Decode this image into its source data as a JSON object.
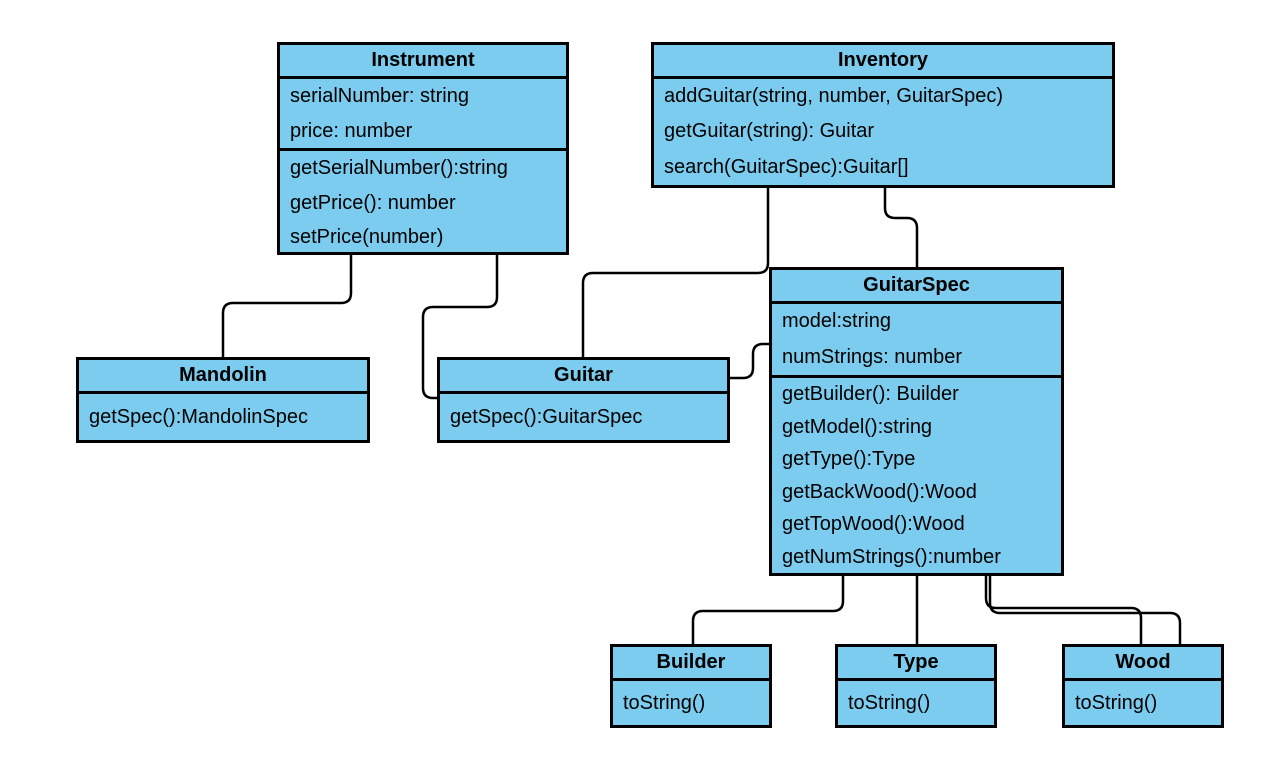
{
  "diagram": {
    "kind": "uml-class-diagram",
    "colors": {
      "node_fill": "#7BCCEE",
      "node_border": "#000000",
      "connector": "#000000",
      "canvas": "#FFFFFF",
      "text": "#000000"
    }
  },
  "classes": [
    {
      "name": "Instrument",
      "attributes": [
        "serialNumber: string",
        "price: number"
      ],
      "methods": [
        "getSerialNumber():string",
        "getPrice(): number",
        "setPrice(number)"
      ]
    },
    {
      "name": "Inventory",
      "attributes": [],
      "methods": [
        "addGuitar(string, number, GuitarSpec)",
        "getGuitar(string): Guitar",
        "search(GuitarSpec):Guitar[]"
      ]
    },
    {
      "name": "Mandolin",
      "attributes": [],
      "methods": [
        "getSpec():MandolinSpec"
      ]
    },
    {
      "name": "Guitar",
      "attributes": [],
      "methods": [
        "getSpec():GuitarSpec"
      ]
    },
    {
      "name": "GuitarSpec",
      "attributes": [
        "model:string",
        "numStrings: number"
      ],
      "methods": [
        "getBuilder(): Builder",
        "getModel():string",
        "getType():Type",
        "getBackWood():Wood",
        "getTopWood():Wood",
        "getNumStrings():number"
      ]
    },
    {
      "name": "Builder",
      "attributes": [],
      "methods": [
        "toString()"
      ]
    },
    {
      "name": "Type",
      "attributes": [],
      "methods": [
        "toString()"
      ]
    },
    {
      "name": "Wood",
      "attributes": [],
      "methods": [
        "toString()"
      ]
    }
  ],
  "relationships": [
    {
      "from": "Instrument",
      "to": "Mandolin"
    },
    {
      "from": "Instrument",
      "to": "Guitar"
    },
    {
      "from": "Inventory",
      "to": "Guitar"
    },
    {
      "from": "Inventory",
      "to": "GuitarSpec"
    },
    {
      "from": "Guitar",
      "to": "GuitarSpec"
    },
    {
      "from": "GuitarSpec",
      "to": "Builder"
    },
    {
      "from": "GuitarSpec",
      "to": "Type"
    },
    {
      "from": "GuitarSpec",
      "to": "Wood"
    },
    {
      "from": "GuitarSpec",
      "to": "Wood"
    }
  ]
}
